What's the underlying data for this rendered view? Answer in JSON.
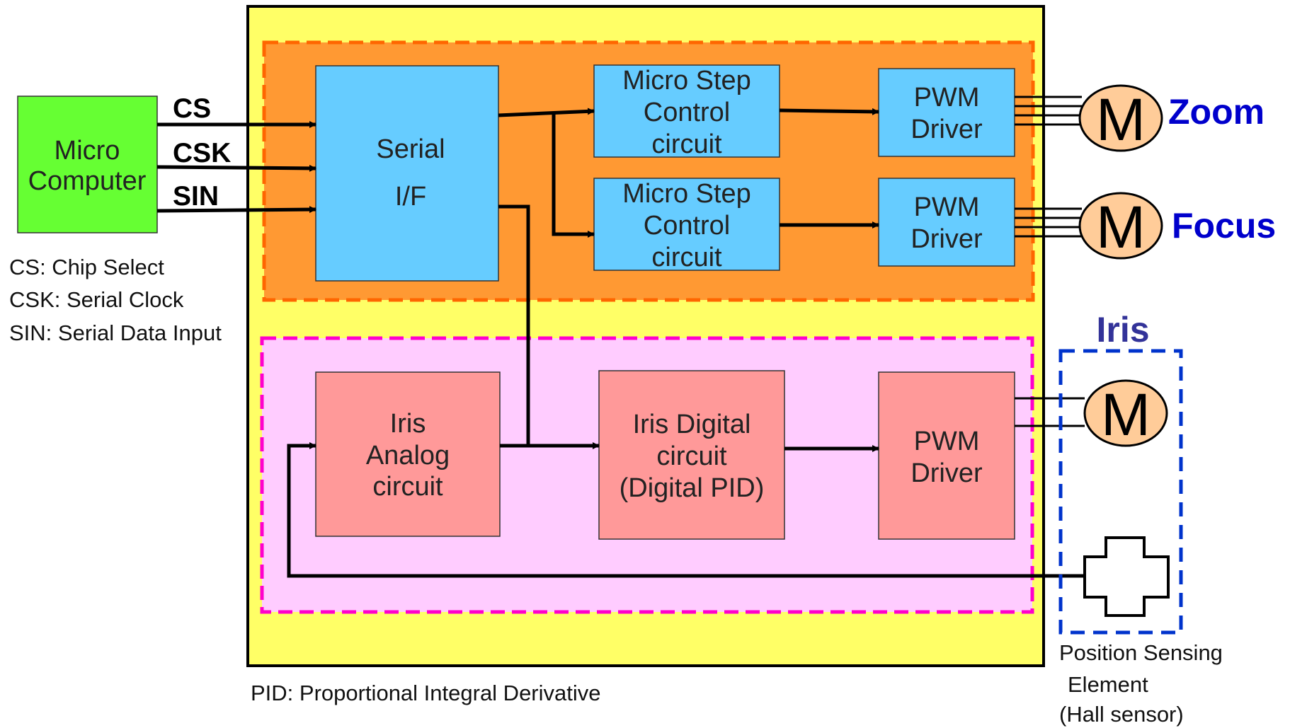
{
  "micro_computer": {
    "line1": "Micro",
    "line2": "Computer"
  },
  "signals": {
    "cs": "CS",
    "csk": "CSK",
    "sin": "SIN"
  },
  "legend": {
    "cs": "CS: Chip Select",
    "csk": "CSK: Serial Clock",
    "sin": "SIN: Serial Data Input",
    "pid": "PID: Proportional Integral Derivative"
  },
  "blocks": {
    "serial_if": {
      "line1": "Serial",
      "line2": "I/F"
    },
    "micro_step_1": {
      "line1": "Micro Step",
      "line2": "Control",
      "line3": "circuit"
    },
    "micro_step_2": {
      "line1": "Micro Step",
      "line2": "Control",
      "line3": "circuit"
    },
    "pwm_zoom": {
      "line1": "PWM",
      "line2": "Driver"
    },
    "pwm_focus": {
      "line1": "PWM",
      "line2": "Driver"
    },
    "iris_analog": {
      "line1": "Iris",
      "line2": "Analog",
      "line3": "circuit"
    },
    "iris_digital": {
      "line1": "Iris Digital",
      "line2": "circuit",
      "line3": "(Digital PID)"
    },
    "pwm_iris": {
      "line1": "PWM",
      "line2": "Driver"
    }
  },
  "motors": {
    "letter": "M",
    "zoom": "Zoom",
    "focus": "Focus",
    "iris": "Iris"
  },
  "sensor": {
    "line1": "Position Sensing",
    "line2": "Element",
    "line3": "(Hall sensor)"
  },
  "colors": {
    "chip_bg": "#ffff66",
    "stepper_group": "#ff9933",
    "stepper_group_border": "#ff6600",
    "iris_group": "#ffccff",
    "iris_group_border": "#ff00cc",
    "blue_block": "#66ccff",
    "pink_block": "#ff9999",
    "micro_computer": "#66ff33",
    "motor_fill": "#ffcc99",
    "motor_label": "#0000cc",
    "iris_label": "#333399",
    "iris_box_border": "#0033cc"
  }
}
